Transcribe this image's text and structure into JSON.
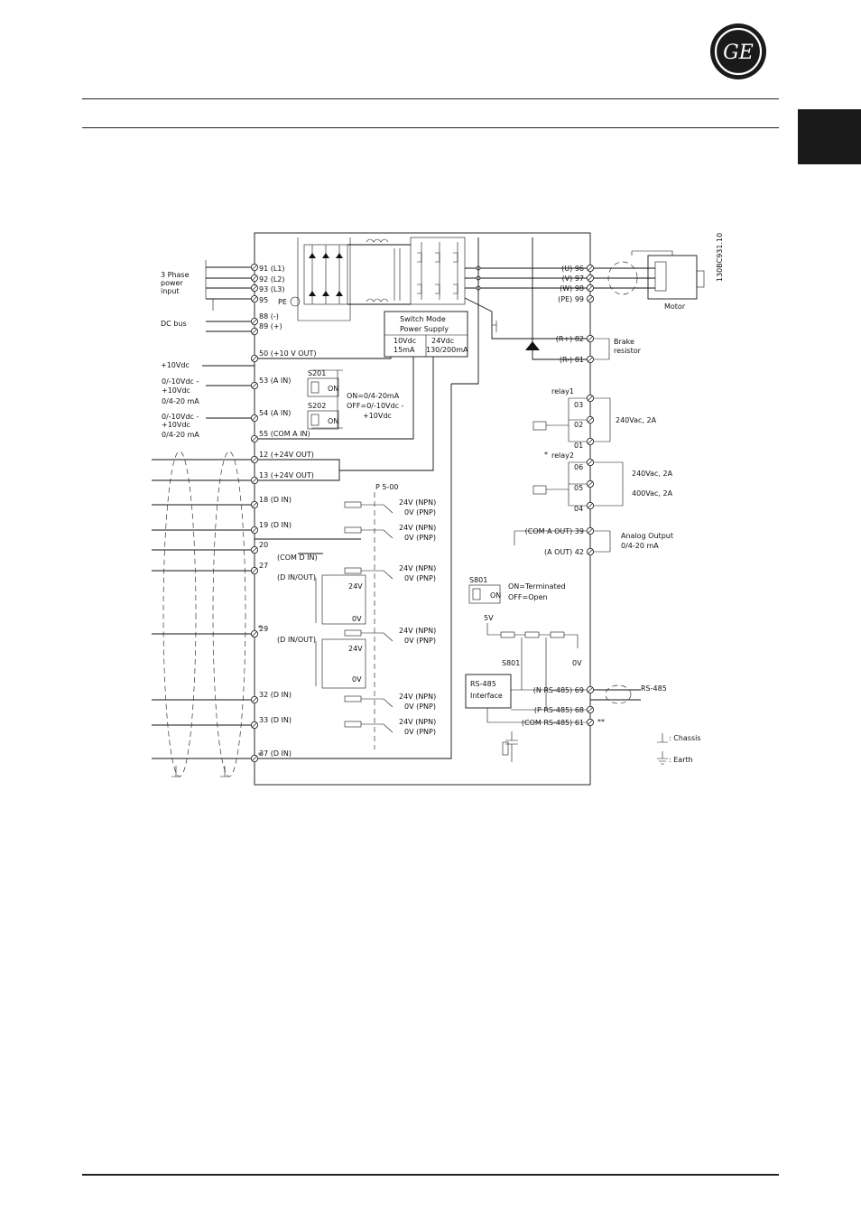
{
  "header": {
    "logo_letters": "GE"
  },
  "diagram": {
    "code": "130BC931.10",
    "labels": {
      "power_input": [
        "3 Phase",
        "power",
        "input"
      ],
      "dc_bus": "DC bus",
      "ten_vdc": "+10Vdc",
      "analog_in_53": [
        "0/-10Vdc -",
        "+10Vdc",
        "0/4-20 mA"
      ],
      "analog_in_54": [
        "0/-10Vdc -",
        "+10Vdc",
        "0/4-20 mA"
      ],
      "pe": "PE",
      "smps": [
        "Switch Mode",
        "Power Supply"
      ],
      "smps_left": [
        "10Vdc",
        "15mA"
      ],
      "smps_right": [
        "24Vdc",
        "130/200mA"
      ],
      "s201": "S201",
      "s202": "S202",
      "switch_on": "ON",
      "s20x_note": [
        "ON=0/4-20mA",
        "OFF=0/-10Vdc -",
        "+10Vdc"
      ],
      "p500": "P 5-00",
      "motor": "Motor",
      "brake": [
        "Brake",
        "resistor"
      ],
      "relay1": "relay1",
      "relay2": "relay2",
      "relay_star": "*",
      "relay1_rating": "240Vac, 2A",
      "relay2_rating_a": "240Vac, 2A",
      "relay2_rating_b": "400Vac, 2A",
      "analog_output": [
        "Analog Output",
        "0/4-20 mA"
      ],
      "s801": "S801",
      "s801_note": [
        "ON=Terminated",
        "OFF=Open"
      ],
      "five_v": "5V",
      "zero_v": "0V",
      "s801_b": "S801",
      "rs485_box": [
        "RS-485",
        "Interface"
      ],
      "rs485": "RS-485",
      "chassis": ": Chassis",
      "earth": ": Earth",
      "double_star": "**",
      "relay_contacts": [
        "03",
        "02",
        "01",
        "06",
        "05",
        "04"
      ],
      "v24": "24V",
      "v0": "0V"
    },
    "left_terminals": [
      {
        "label": "91 (L1)"
      },
      {
        "label": "92 (L2)"
      },
      {
        "label": "93 (L3)"
      },
      {
        "label": "95"
      },
      {
        "label": "88 (-)"
      },
      {
        "label": "89 (+)"
      },
      {
        "label": "50 (+10 V OUT)"
      },
      {
        "label": "53 (A IN)"
      },
      {
        "label": "54 (A IN)"
      },
      {
        "label": "55 (COM A IN)"
      },
      {
        "label": "12 (+24V OUT)"
      },
      {
        "label": "13 (+24V OUT)"
      },
      {
        "label": "18 (D IN)"
      },
      {
        "label": "19 (D IN)"
      },
      {
        "label": "20"
      },
      {
        "label": "27"
      },
      {
        "label": "29"
      },
      {
        "label": "32 (D IN)"
      },
      {
        "label": "33 (D IN)"
      },
      {
        "label": "37 (D IN)"
      }
    ],
    "secondary_labels": {
      "t20": "(COM D IN)",
      "t27": "(D IN/OUT)",
      "t29": "(D IN/OUT)"
    },
    "npn_pnp": [
      {
        "npn": "24V (NPN)",
        "pnp": "0V (PNP)"
      },
      {
        "npn": "24V (NPN)",
        "pnp": "0V (PNP)"
      },
      {
        "npn": "24V (NPN)",
        "pnp": "0V (PNP)"
      },
      {
        "npn": "24V (NPN)",
        "pnp": "0V (PNP)"
      },
      {
        "npn": "24V (NPN)",
        "pnp": "0V (PNP)"
      },
      {
        "npn": "24V (NPN)",
        "pnp": "0V (PNP)"
      }
    ],
    "right_terminals": [
      {
        "label": "(U) 96"
      },
      {
        "label": "(V) 97"
      },
      {
        "label": "(W) 98"
      },
      {
        "label": "(PE) 99"
      },
      {
        "label": "(R+) 82"
      },
      {
        "label": "(R-) 81"
      },
      {
        "label": "(COM A OUT) 39"
      },
      {
        "label": "(A OUT) 42"
      },
      {
        "label": "(N RS-485) 69"
      },
      {
        "label": "(P RS-485) 68"
      },
      {
        "label": "(COM RS-485) 61"
      }
    ],
    "stars": [
      "*",
      "*",
      "*"
    ]
  }
}
